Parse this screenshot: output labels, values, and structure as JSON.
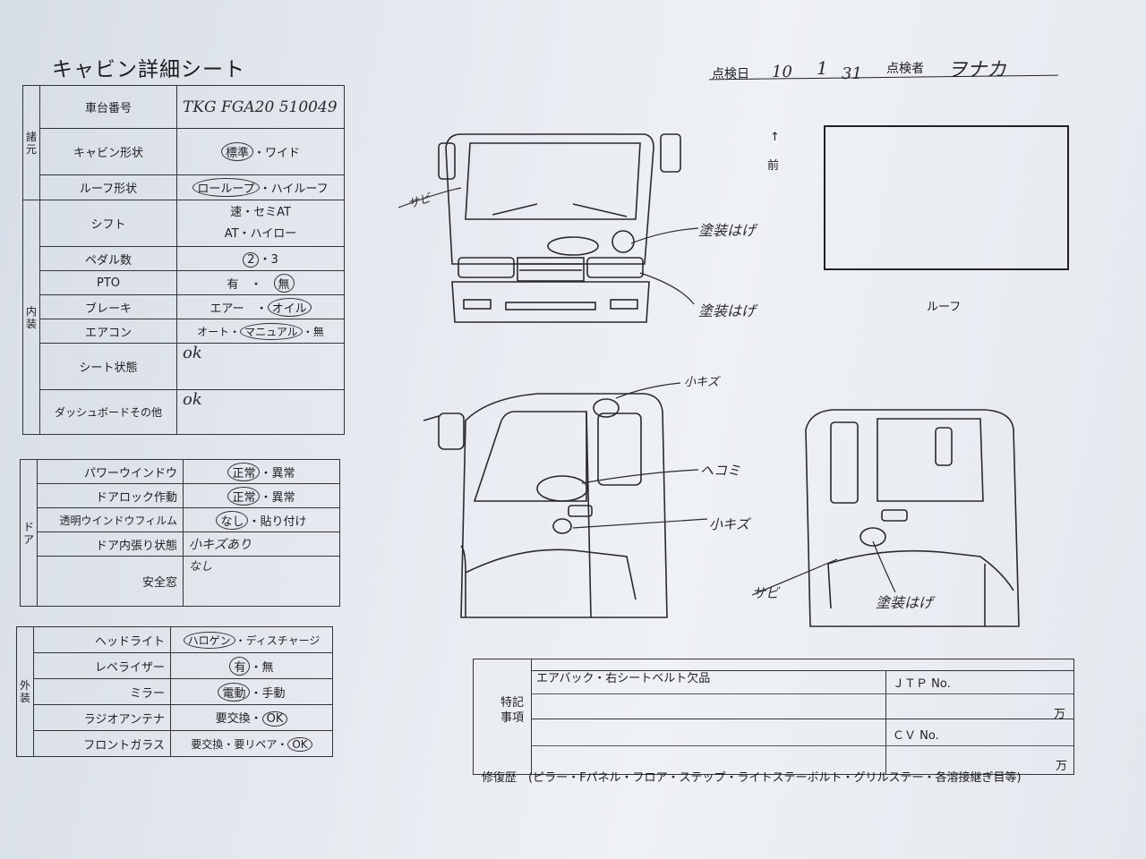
{
  "title": "キャビン詳細シート",
  "header": {
    "date_label": "点検日",
    "date_values": [
      "10",
      "1",
      "31"
    ],
    "inspector_label": "点検者",
    "inspector_value": "ヲナカ"
  },
  "spec": {
    "section": "諸元",
    "rows": [
      {
        "label": "車台番号",
        "value": "TKG FGA20 510049"
      },
      {
        "label": "キャビン形状",
        "options": [
          "標準",
          "ワイド"
        ],
        "selected": "標準"
      },
      {
        "label": "ルーフ形状",
        "options": [
          "ローループ",
          "ハイルーフ"
        ],
        "selected": "ローループ"
      }
    ]
  },
  "interior": {
    "section": "内装",
    "rows": [
      {
        "label": "シフト",
        "line1": "速・セミAT",
        "line2": "AT・ハイロー",
        "selected": "セミAT"
      },
      {
        "label": "ペダル数",
        "options": [
          "2",
          "3"
        ],
        "selected": "2"
      },
      {
        "label": "PTO",
        "options": [
          "有",
          "無"
        ],
        "selected": "無"
      },
      {
        "label": "ブレーキ",
        "options": [
          "エアー",
          "オイル"
        ],
        "selected": "オイル"
      },
      {
        "label": "エアコン",
        "options": [
          "オート",
          "マニュアル",
          "無"
        ],
        "selected": "マニュアル"
      },
      {
        "label": "シート状態",
        "value": "ok"
      },
      {
        "label": "ダッシュボードその他",
        "value": "ok"
      }
    ]
  },
  "door": {
    "section": "ドア",
    "rows": [
      {
        "label": "パワーウインドウ",
        "options": [
          "正常",
          "異常"
        ],
        "selected": "正常"
      },
      {
        "label": "ドアロック作動",
        "options": [
          "正常",
          "異常"
        ],
        "selected": "正常"
      },
      {
        "label": "透明ウインドウフィルム",
        "options": [
          "なし",
          "貼り付け"
        ],
        "selected": "なし"
      },
      {
        "label": "ドア内張り状態",
        "value": "小キズあり"
      },
      {
        "label": "安全窓",
        "value": "なし"
      }
    ]
  },
  "exterior": {
    "section": "外装",
    "rows": [
      {
        "label": "ヘッドライト",
        "options": [
          "ハロゲン",
          "ディスチャージ"
        ],
        "selected": "ハロゲン"
      },
      {
        "label": "レベライザー",
        "options": [
          "有",
          "無"
        ],
        "selected": "有"
      },
      {
        "label": "ミラー",
        "options": [
          "電動",
          "手動"
        ],
        "selected": "電動"
      },
      {
        "label": "ラジオアンテナ",
        "options": [
          "要交換",
          "OK"
        ],
        "selected": "OK"
      },
      {
        "label": "フロントガラス",
        "options": [
          "要交換",
          "要リペア",
          "OK"
        ],
        "selected": "OK"
      }
    ]
  },
  "annotations": {
    "rust_front": "サビ",
    "paint_peel_1": "塗装はげ",
    "paint_peel_2": "塗装はげ",
    "small_scratch_1": "小キズ",
    "dent": "ヘコミ",
    "small_scratch_2": "小キズ",
    "rust_side": "サビ",
    "paint_peel_3": "塗装はげ"
  },
  "diagram_labels": {
    "front_arrow": "↑",
    "front": "前",
    "roof": "ルーフ"
  },
  "notes": {
    "label": "特記事項",
    "text": "エアバック・右シートベルト欠品",
    "jtp_label": "ＪＴＰ No.",
    "cv_label": "ＣＶ No.",
    "unit": "万"
  },
  "repair_history": "修復歴　(ピラー・Fパネル・フロア・ステップ・ライトステーボルト・グリルステー・各溶接継ぎ目等)"
}
